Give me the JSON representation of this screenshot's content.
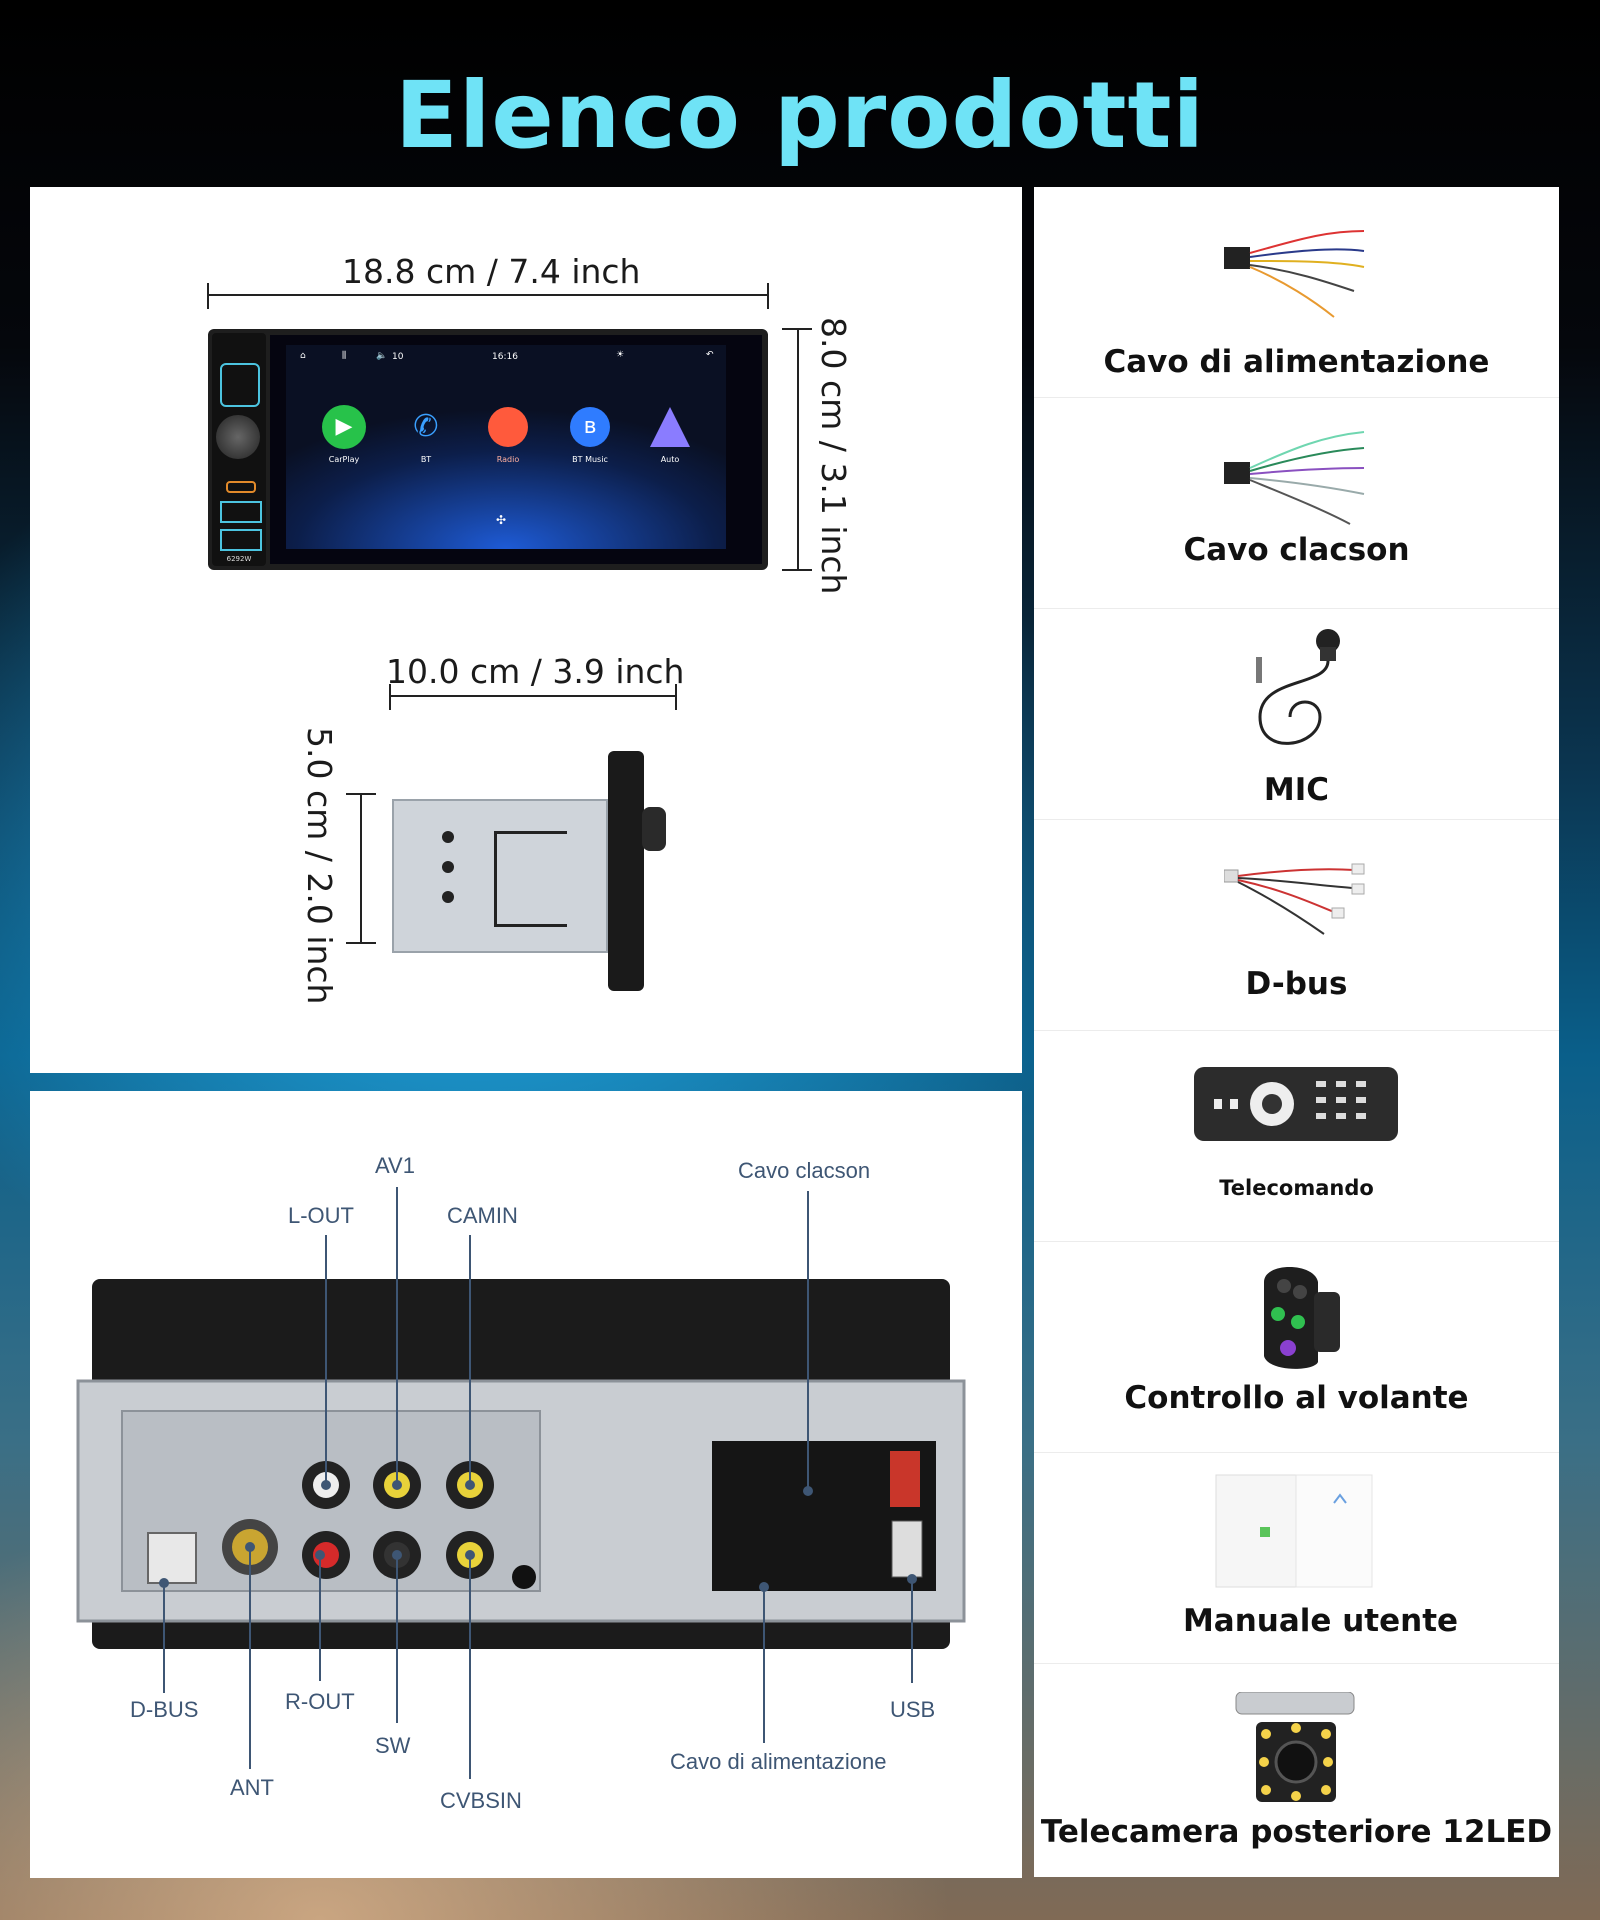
{
  "title": "Elenco prodotti",
  "dimensions": {
    "front_width": "18.8 cm / 7.4 inch",
    "front_height": "8.0 cm / 3.1 inch",
    "side_depth": "10.0 cm / 3.9 inch",
    "side_height": "5.0 cm / 2.0 inch"
  },
  "screen": {
    "volume": "10",
    "clock": "16:16",
    "model": "6292W",
    "apps": [
      "CarPlay",
      "BT",
      "Radio",
      "BT Music",
      "Auto"
    ]
  },
  "back_panel": {
    "labels": {
      "av1": "AV1",
      "lout": "L-OUT",
      "camin": "CAMIN",
      "cavo_clacson": "Cavo clacson",
      "dbus": "D-BUS",
      "rout": "R-OUT",
      "ant": "ANT",
      "sw": "SW",
      "cvbsin": "CVBSIN",
      "cavo_alimentazione": "Cavo di alimentazione",
      "usb": "USB"
    }
  },
  "products": [
    {
      "label": "Cavo di alimentazione",
      "icon": "power-cable-icon"
    },
    {
      "label": "Cavo clacson",
      "icon": "horn-cable-icon"
    },
    {
      "label": "MIC",
      "icon": "microphone-icon"
    },
    {
      "label": "D-bus",
      "icon": "dbus-cable-icon"
    },
    {
      "label": "Telecomando",
      "icon": "remote-control-icon"
    },
    {
      "label": "Controllo al volante",
      "icon": "steering-control-icon"
    },
    {
      "label": "Manuale utente",
      "icon": "manual-icon"
    },
    {
      "label": "Telecamera posteriore 12LED",
      "icon": "rear-camera-icon"
    }
  ],
  "colors": {
    "title": "#6fe3f6",
    "label_blue": "#3e5674"
  }
}
